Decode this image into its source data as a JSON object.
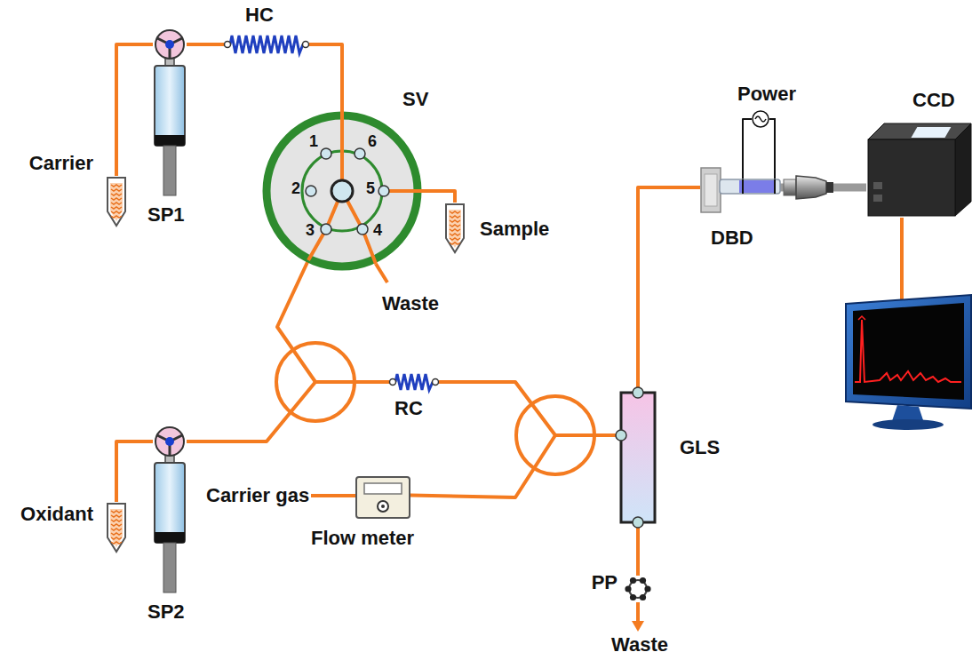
{
  "diagram": {
    "nodes": [
      {
        "text": [
          "Carrier"
        ]
      },
      {
        "text": [
          "SP1"
        ]
      },
      {
        "text": [
          "HC"
        ]
      },
      {
        "text": [
          "SV"
        ]
      },
      {
        "text": [
          "Sample"
        ]
      },
      {
        "text": [
          "Oxidant"
        ]
      },
      {
        "text": [
          "SP2"
        ]
      },
      {
        "text": [
          "RC"
        ]
      },
      {
        "text": [
          "Flow meter"
        ]
      },
      {
        "text": [
          "GLS"
        ]
      },
      {
        "text": [
          "PP"
        ]
      },
      {
        "text": [
          "DBD"
        ]
      },
      {
        "text": [
          "Power"
        ]
      },
      {
        "text": [
          "CCD"
        ]
      }
    ],
    "edges": [
      {
        "from": 0,
        "to": 1,
        "arrow": "none"
      },
      {
        "from": 1,
        "to": 2,
        "arrow": "none"
      },
      {
        "from": 2,
        "to": 3,
        "arrow": "none"
      },
      {
        "from": 3,
        "to": 4,
        "arrow": "none"
      },
      {
        "from": 3,
        "to": 7,
        "arrow": "none"
      },
      {
        "from": 5,
        "to": 6,
        "arrow": "none"
      },
      {
        "from": 6,
        "to": 7,
        "arrow": "none"
      },
      {
        "from": 7,
        "to": 9,
        "arrow": "none"
      },
      {
        "from": 8,
        "to": 9,
        "arrow": "none"
      },
      {
        "from": 9,
        "to": 11,
        "arrow": "none"
      },
      {
        "from": 9,
        "to": 10,
        "arrow": "none"
      },
      {
        "from": 12,
        "to": 11,
        "arrow": "none"
      },
      {
        "from": 11,
        "to": 13,
        "arrow": "none"
      }
    ],
    "labels": [
      "1",
      "6",
      "2",
      "5",
      "3",
      "4",
      "Waste",
      "Carrier gas",
      "Waste"
    ]
  }
}
